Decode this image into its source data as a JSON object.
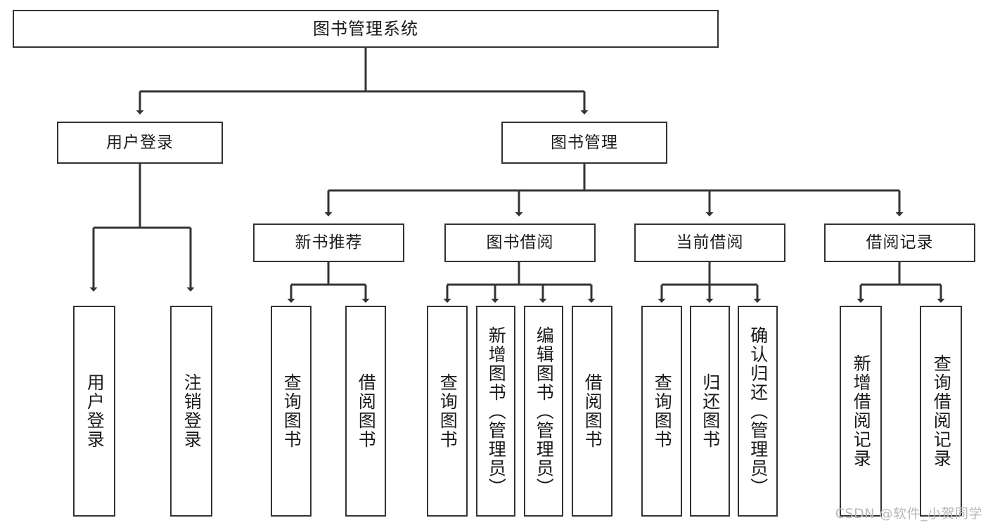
{
  "diagram": {
    "title": "图书管理系统",
    "watermark": "CSDN @软件_小贺同学",
    "line_color": "#333333",
    "box_fill": "#ffffff",
    "text_color": "#1a1a1a",
    "nodes": {
      "root": {
        "label": "图书管理系统"
      },
      "level2": [
        {
          "label": "用户登录"
        },
        {
          "label": "图书管理"
        }
      ],
      "level3": [
        {
          "label": "新书推荐"
        },
        {
          "label": "图书借阅"
        },
        {
          "label": "当前借阅"
        },
        {
          "label": "借阅记录"
        }
      ],
      "leaves": {
        "user_login": [
          {
            "label": "用户登录"
          },
          {
            "label": "注销登录"
          }
        ],
        "new_book": [
          {
            "label": "查询图书"
          },
          {
            "label": "借阅图书"
          }
        ],
        "book_borrow": [
          {
            "label": "查询图书"
          },
          {
            "label": "新增图书（管理员）"
          },
          {
            "label": "编辑图书（管理员）"
          },
          {
            "label": "借阅图书"
          }
        ],
        "current_borrow": [
          {
            "label": "查询图书"
          },
          {
            "label": "归还图书"
          },
          {
            "label": "确认归还（管理员）"
          }
        ],
        "borrow_record": [
          {
            "label": "新增借阅记录"
          },
          {
            "label": "查询借阅记录"
          }
        ]
      }
    }
  }
}
